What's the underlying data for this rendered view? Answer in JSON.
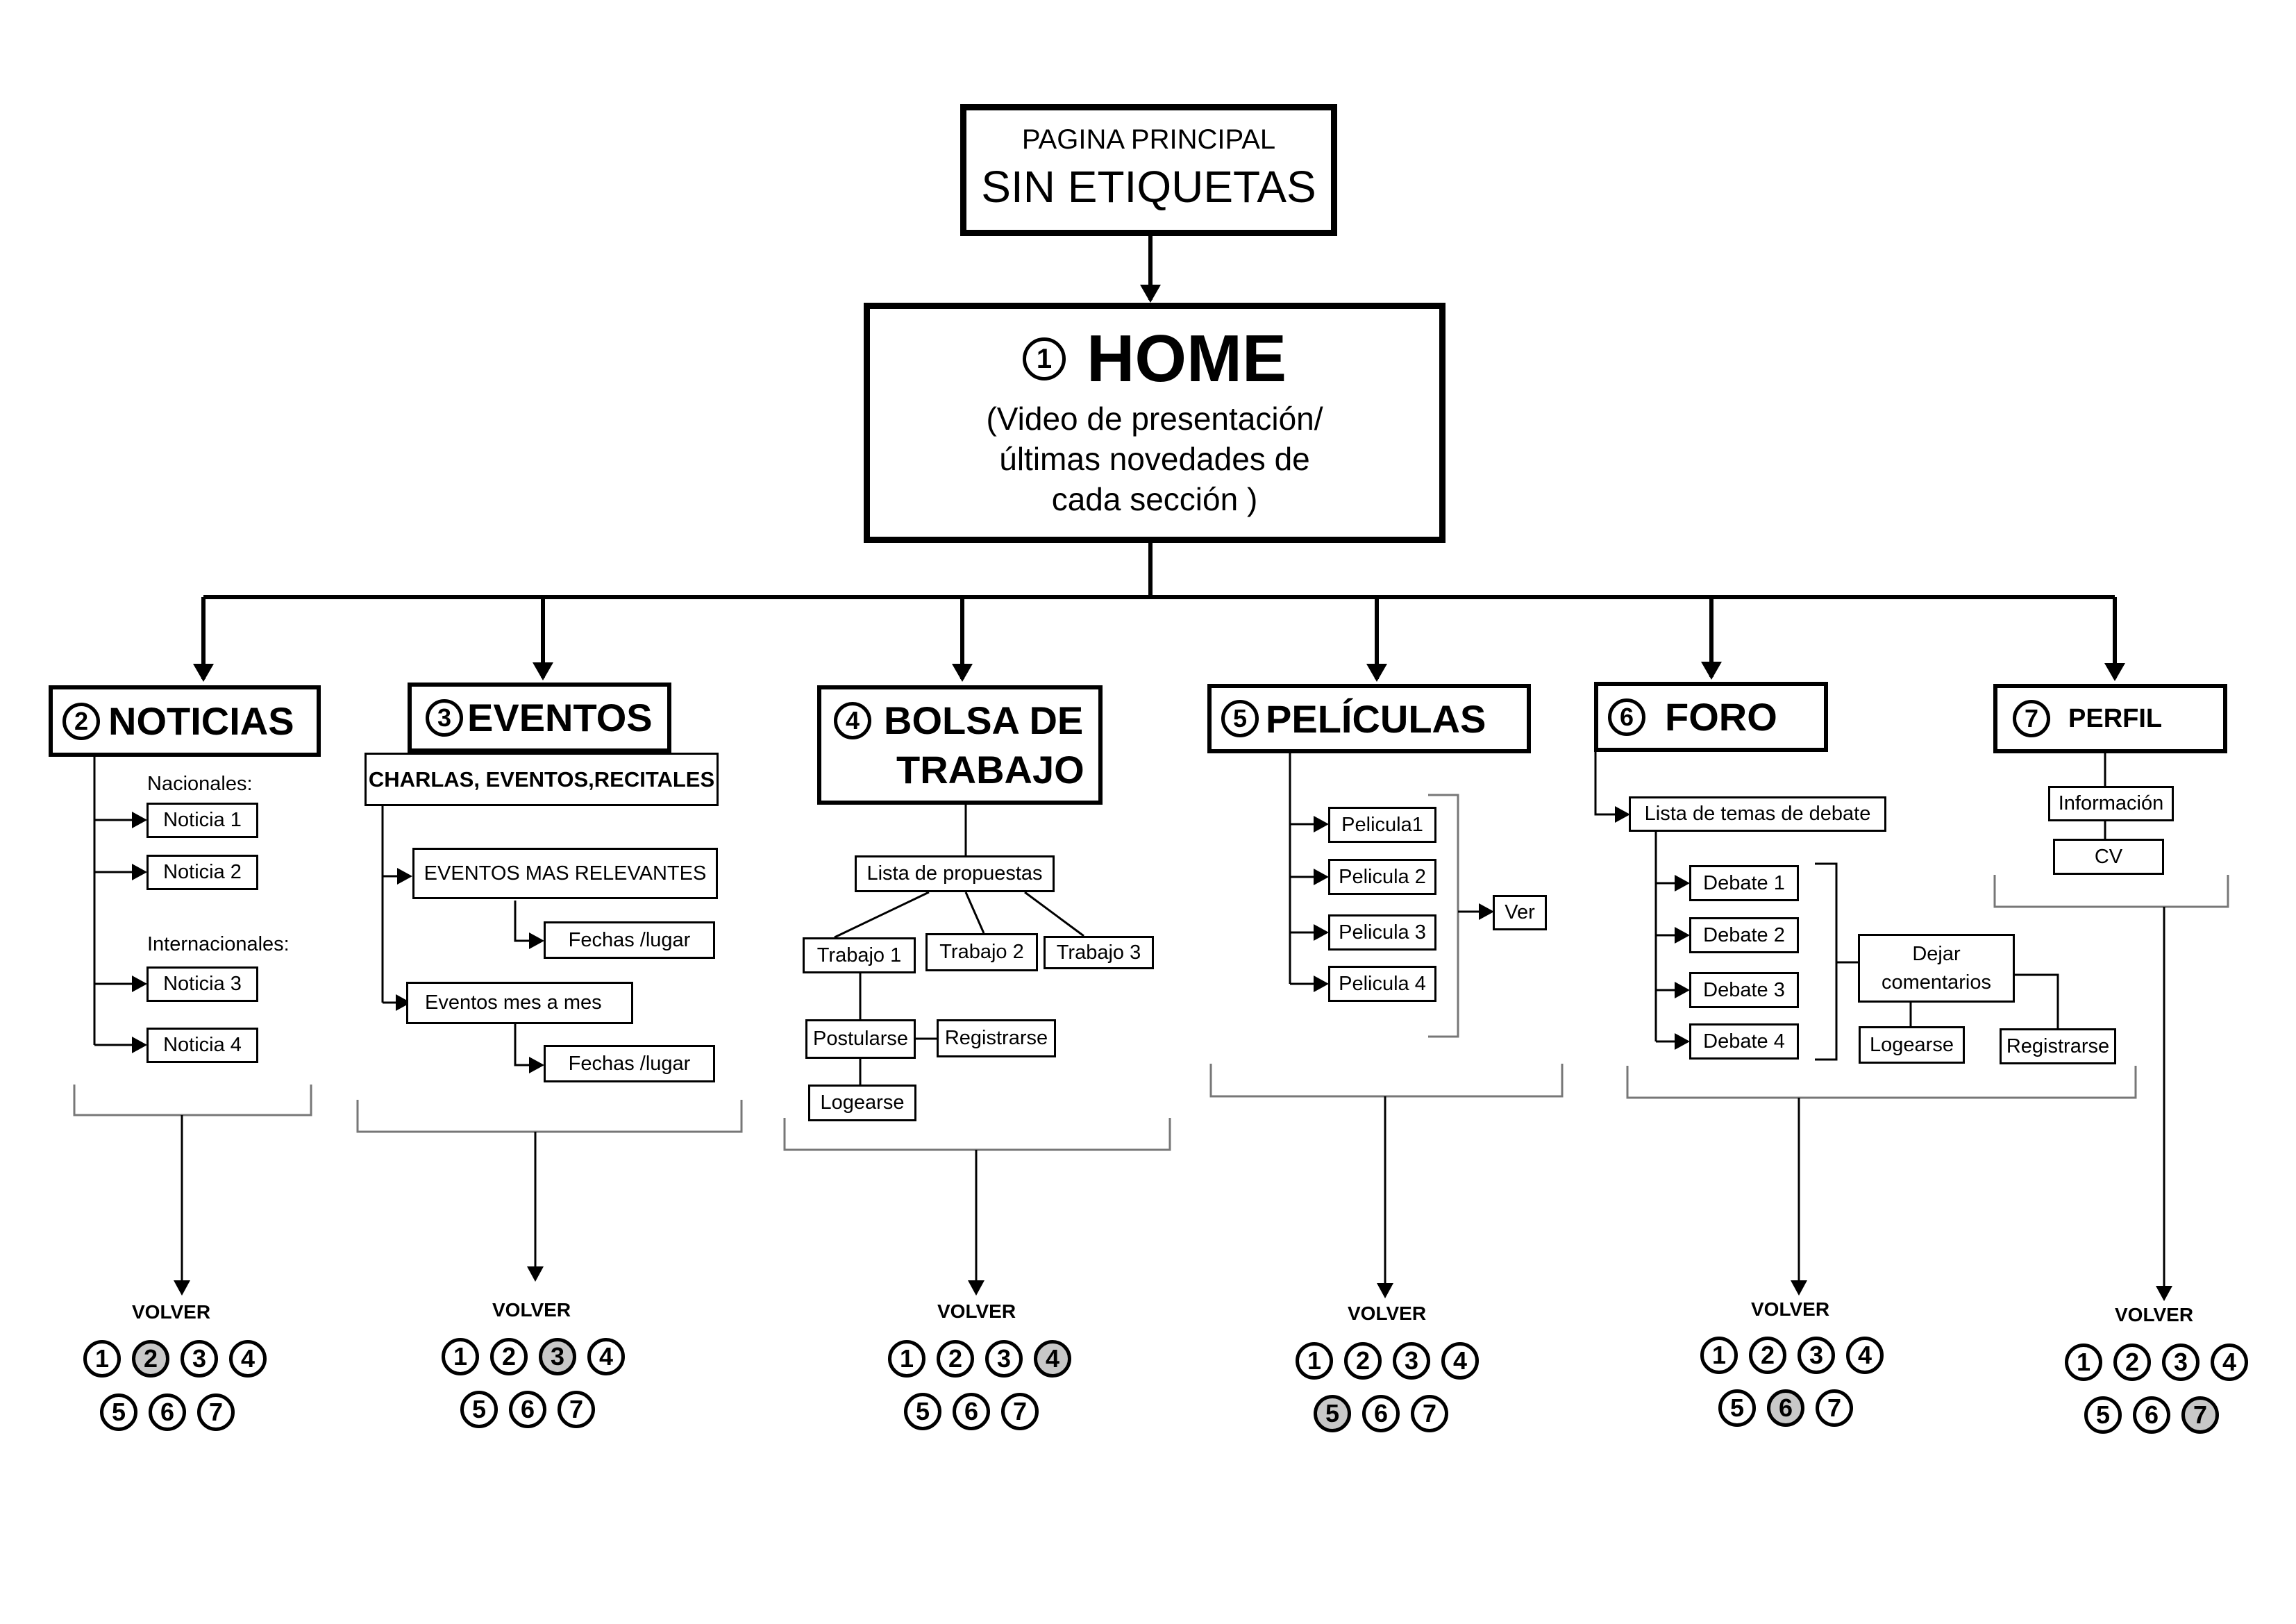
{
  "top": {
    "line1": "PAGINA PRINCIPAL",
    "line2": "SIN ETIQUETAS"
  },
  "home": {
    "number": "1",
    "title": "HOME",
    "desc1": "(Video de presentación/",
    "desc2": "últimas novedades de",
    "desc3": "cada sección )"
  },
  "sections": {
    "noticias": {
      "number": "2",
      "title": "NOTICIAS",
      "nacionales": "Nacionales:",
      "internacionales": "Internacionales:",
      "items": [
        "Noticia 1",
        "Noticia 2",
        "Noticia 3",
        "Noticia 4"
      ]
    },
    "eventos": {
      "number": "3",
      "title": "EVENTOS",
      "sub": "CHARLAS, EVENTOS,RECITALES",
      "relevantes": "EVENTOS MAS RELEVANTES",
      "fechas": "Fechas /lugar",
      "mes": "Eventos mes a mes"
    },
    "bolsa": {
      "number": "4",
      "title1": "BOLSA DE",
      "title2": "TRABAJO",
      "lista": "Lista de propuestas",
      "trabajos": [
        "Trabajo 1",
        "Trabajo 2",
        "Trabajo 3"
      ],
      "postularse": "Postularse",
      "registrarse": "Registrarse",
      "logearse": "Logearse"
    },
    "peliculas": {
      "number": "5",
      "title": "PELÍCULAS",
      "items": [
        "Pelicula1",
        "Pelicula 2",
        "Pelicula 3",
        "Pelicula 4"
      ],
      "ver": "Ver"
    },
    "foro": {
      "number": "6",
      "title": "FORO",
      "lista": "Lista de temas de debate",
      "debates": [
        "Debate 1",
        "Debate 2",
        "Debate 3",
        "Debate 4"
      ],
      "dejar1": "Dejar",
      "dejar2": "comentarios",
      "logearse": "Logearse",
      "registrarse": "Registrarse"
    },
    "perfil": {
      "number": "7",
      "title": "PERFIL",
      "info": "Información",
      "cv": "CV"
    }
  },
  "nav": {
    "volver": "VOLVER",
    "numbers": [
      "1",
      "2",
      "3",
      "4",
      "5",
      "6",
      "7"
    ],
    "active": {
      "noticias": "2",
      "eventos": "3",
      "bolsa": "4",
      "peliculas": "5",
      "foro": "6",
      "perfil": "7"
    },
    "active_fill": "#c8c8c8"
  }
}
